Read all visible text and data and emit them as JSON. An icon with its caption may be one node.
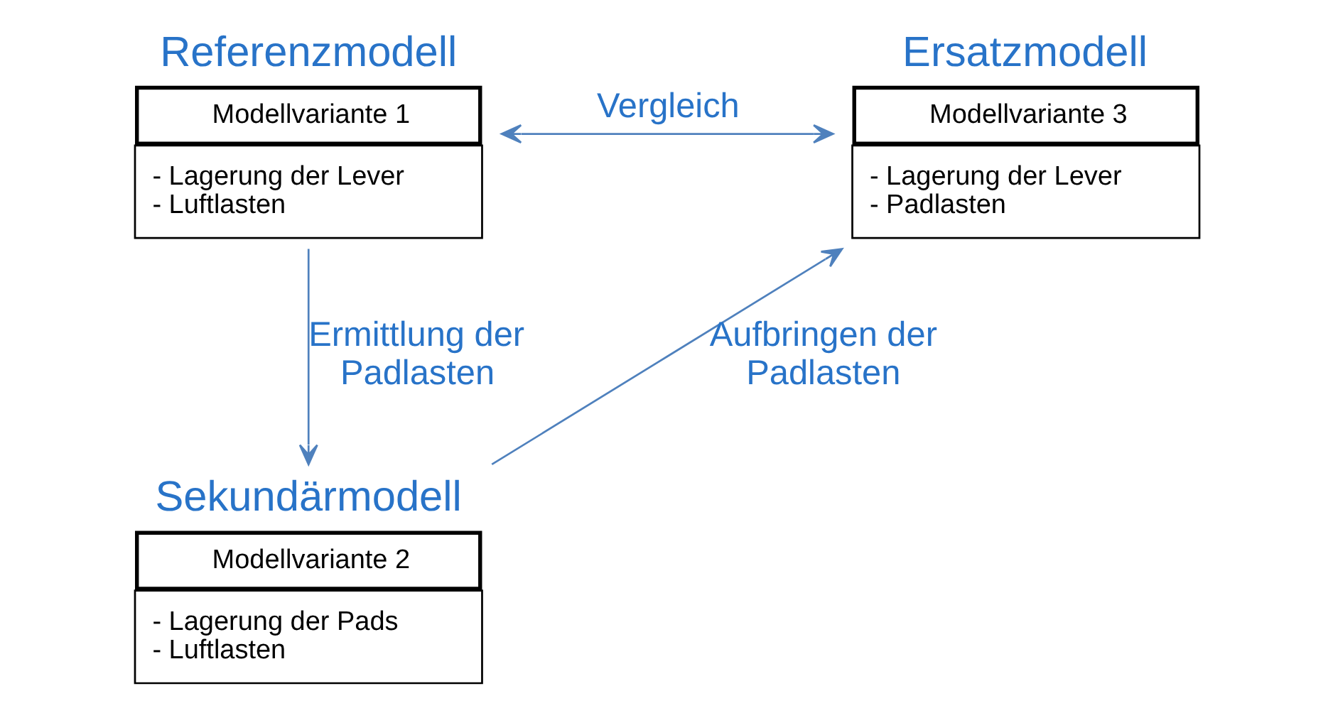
{
  "diagram": {
    "nodes": [
      {
        "text": [
          "Referenzmodell",
          "Modellvariante 1",
          "- Lagerung der Lever",
          "- Luftlasten"
        ]
      },
      {
        "text": [
          "Sekundärmodell",
          "Modellvariante 2",
          "- Lagerung der Pads",
          "- Luftlasten"
        ]
      },
      {
        "text": [
          "Ersatzmodell",
          "Modellvariante 3",
          "- Lagerung der Lever",
          "- Padlasten"
        ]
      }
    ],
    "edges": [
      {
        "from": 0,
        "to": 2,
        "arrow": "both",
        "label": "Vergleich",
        "color": "#4f81bd"
      },
      {
        "from": 0,
        "to": 1,
        "arrow": "to",
        "label": "Ermittlung der Padlasten",
        "color": "#4f81bd"
      },
      {
        "from": 1,
        "to": 2,
        "arrow": "to",
        "label": "Aufbringen der Padlasten",
        "color": "#4f81bd"
      }
    ]
  }
}
